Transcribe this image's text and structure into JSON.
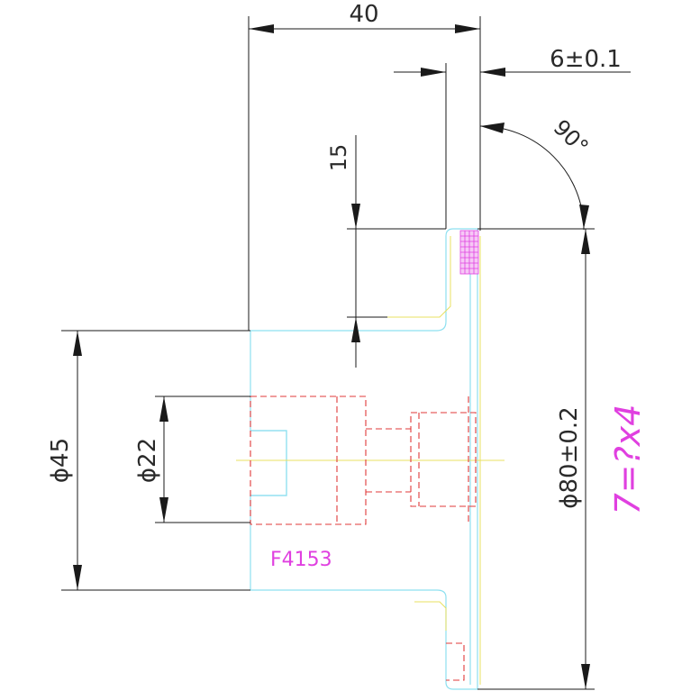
{
  "dimensions": {
    "width_40": "40",
    "thickness": "6±0.1",
    "height_15": "15",
    "angle": "90°",
    "dia_45": "ϕ45",
    "dia_22": "ϕ22",
    "dia_80": "ϕ80±0.2"
  },
  "part_label": "F4153",
  "spec_label": "7=?x4",
  "colors": {
    "outline": "#8ee0f0",
    "hidden": "#e03a3a",
    "center": "#e8e060",
    "dimension": "#1a1a1a",
    "hatch": "#e040e0"
  }
}
